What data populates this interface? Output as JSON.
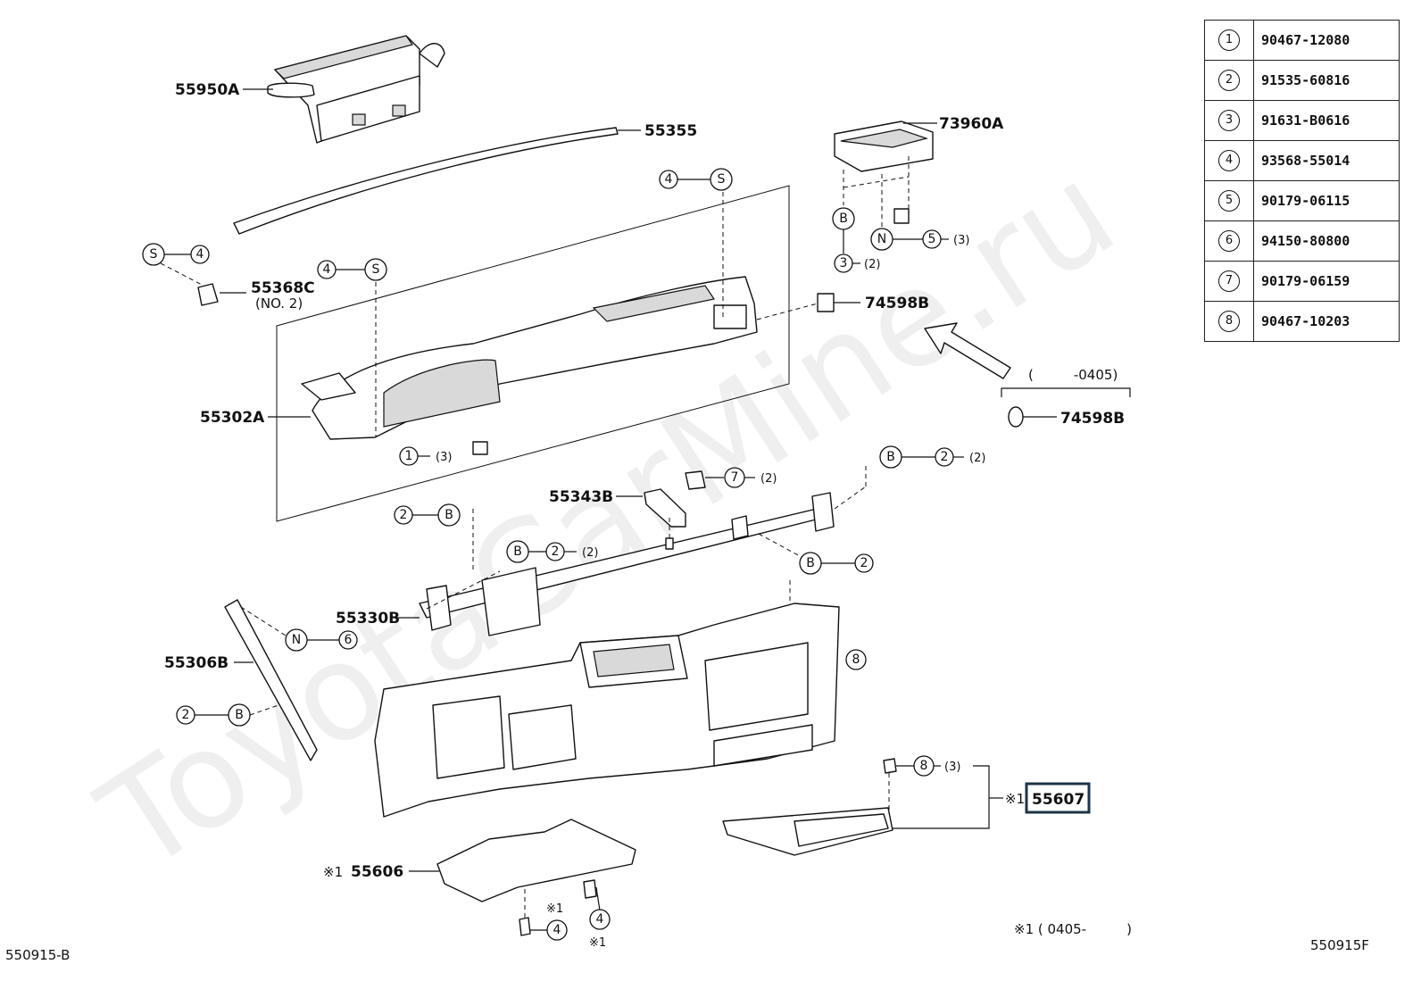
{
  "legend": [
    {
      "num": "1",
      "part_no": "90467-12080"
    },
    {
      "num": "2",
      "part_no": "91535-60816"
    },
    {
      "num": "3",
      "part_no": "91631-B0616"
    },
    {
      "num": "4",
      "part_no": "93568-55014"
    },
    {
      "num": "5",
      "part_no": "90179-06115"
    },
    {
      "num": "6",
      "part_no": "94150-80800"
    },
    {
      "num": "7",
      "part_no": "90179-06159"
    },
    {
      "num": "8",
      "part_no": "90467-10203"
    }
  ],
  "parts": {
    "p55950A": "55950A",
    "p55355": "55355",
    "p73960A": "73960A",
    "p55368C": "55368C",
    "p55368C_sub": "(NO. 2)",
    "p74598B_top": "74598B",
    "p74598B_bottom": "74598B",
    "p55302A": "55302A",
    "p55343B": "55343B",
    "p55330B": "55330B",
    "p55306B": "55306B",
    "p55606": "55606",
    "p55607": "55607"
  },
  "qty": {
    "q3": "(3)",
    "q2": "(2)"
  },
  "notes": {
    "range_upto": "(　　　-0405)",
    "note1_mark": "※1",
    "note1_text": "※1 ( 0405-　　　)",
    "ref1": "※1",
    "code_left": "550915-B",
    "code_right": "550915F"
  },
  "symbols": {
    "S": "S",
    "B": "B",
    "N": "N"
  },
  "watermark": "ToyotaCarMine.ru"
}
